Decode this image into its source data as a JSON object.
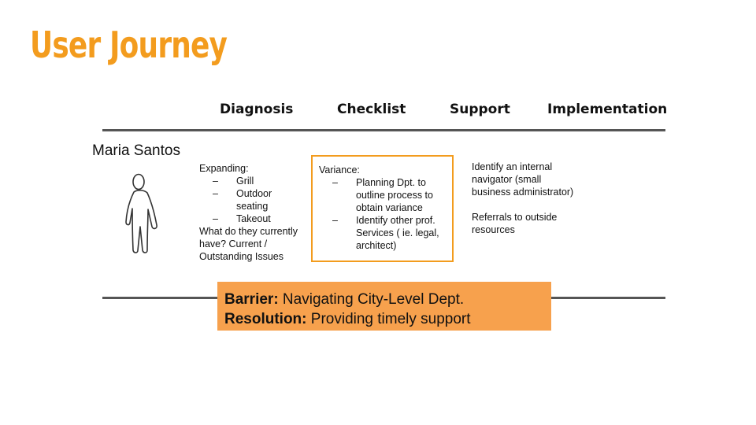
{
  "title": "User Journey",
  "columns": [
    "Diagnosis",
    "Checklist",
    "Support",
    "Implementation"
  ],
  "persona": {
    "name": "Maria Santos",
    "icon": "person-icon"
  },
  "diagnosis": {
    "intro": "Expanding:",
    "items": [
      "Grill",
      "Outdoor seating",
      "Takeout"
    ],
    "question": "What do they currently have?  Current / Outstanding Issues"
  },
  "checklist": {
    "intro": "Variance:",
    "items": [
      "Planning Dpt. to outline process to obtain variance",
      "Identify other prof. Services ( ie. legal, architect)"
    ]
  },
  "support": {
    "line1": "Identify an internal navigator (small business administrator)",
    "line2": "Referrals to outside resources"
  },
  "callout": {
    "barrier_label": "Barrier:",
    "barrier_text": " Navigating City-Level Dept.",
    "resolution_label": "Resolution:",
    "resolution_text": " Providing timely support"
  },
  "colors": {
    "accent": "#f39c1e",
    "callout_bg": "#f7a14d",
    "rule": "#555555"
  }
}
